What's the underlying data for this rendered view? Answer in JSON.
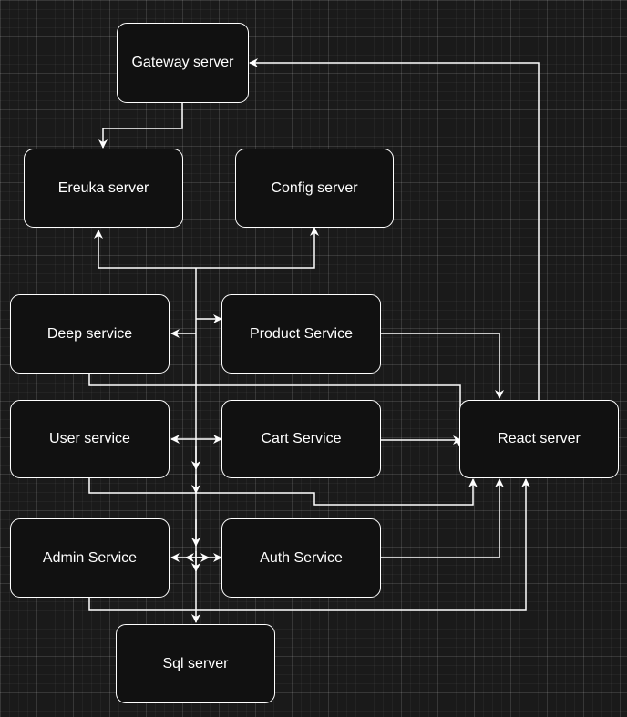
{
  "diagram": {
    "colors": {
      "background": "#1a1a1a",
      "node_fill": "#111111",
      "stroke": "#ffffff",
      "text": "#ffffff"
    },
    "nodes": {
      "gateway": "Gateway server",
      "eureka": "Ereuka server",
      "config": "Config server",
      "deep": "Deep service",
      "product": "Product Service",
      "user": "User service",
      "cart": "Cart Service",
      "react": "React server",
      "admin": "Admin Service",
      "auth": "Auth Service",
      "sql": "Sql server"
    }
  }
}
